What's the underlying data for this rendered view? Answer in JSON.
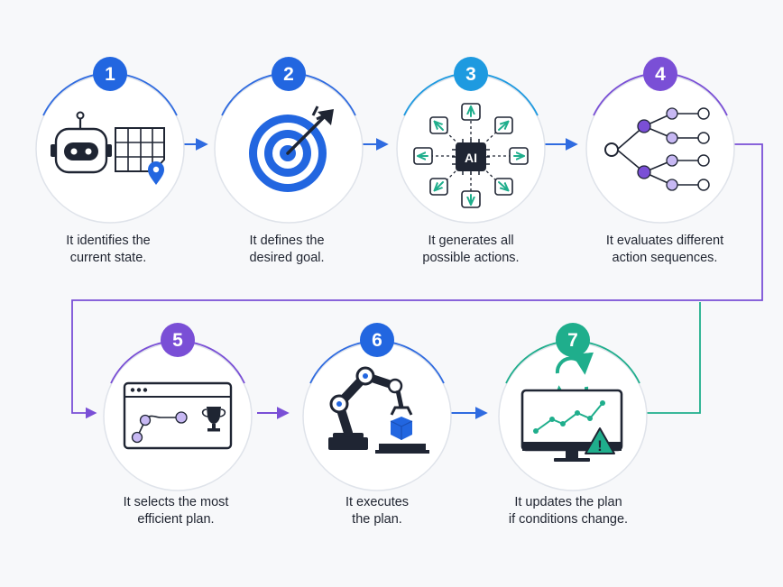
{
  "colors": {
    "blue": "#2f6be0",
    "sky": "#1e9ae0",
    "purple": "#7a4fd6",
    "teal": "#1fae8c",
    "dark": "#1f2533",
    "lavender": "#c7b8f3"
  },
  "steps": [
    {
      "number": "1",
      "line1": "It identifies the",
      "line2": "current state.",
      "icon": "robot-grid-map-pin-icon",
      "color": "#2266e0"
    },
    {
      "number": "2",
      "line1": "It defines the",
      "line2": "desired goal.",
      "icon": "target-arrow-icon",
      "color": "#2266e0"
    },
    {
      "number": "3",
      "line1": "It generates all",
      "line2": "possible actions.",
      "icon": "ai-radiating-arrows-icon",
      "color": "#1e9ae0"
    },
    {
      "number": "4",
      "line1": "It evaluates different",
      "line2": "action sequences.",
      "icon": "decision-tree-icon",
      "color": "#7a4fd6"
    },
    {
      "number": "5",
      "line1": "It selects the most",
      "line2": "efficient plan.",
      "icon": "browser-path-trophy-icon",
      "color": "#7a4fd6"
    },
    {
      "number": "6",
      "line1": "It executes",
      "line2": "the plan.",
      "icon": "robot-arm-icon",
      "color": "#2266e0"
    },
    {
      "number": "7",
      "line1": "It updates the plan",
      "line2": "if conditions change.",
      "icon": "monitor-chart-warning-icon",
      "color": "#1fae8c"
    }
  ],
  "center_badge": {
    "label": "AI"
  },
  "warning_badge": {
    "label": "!"
  }
}
